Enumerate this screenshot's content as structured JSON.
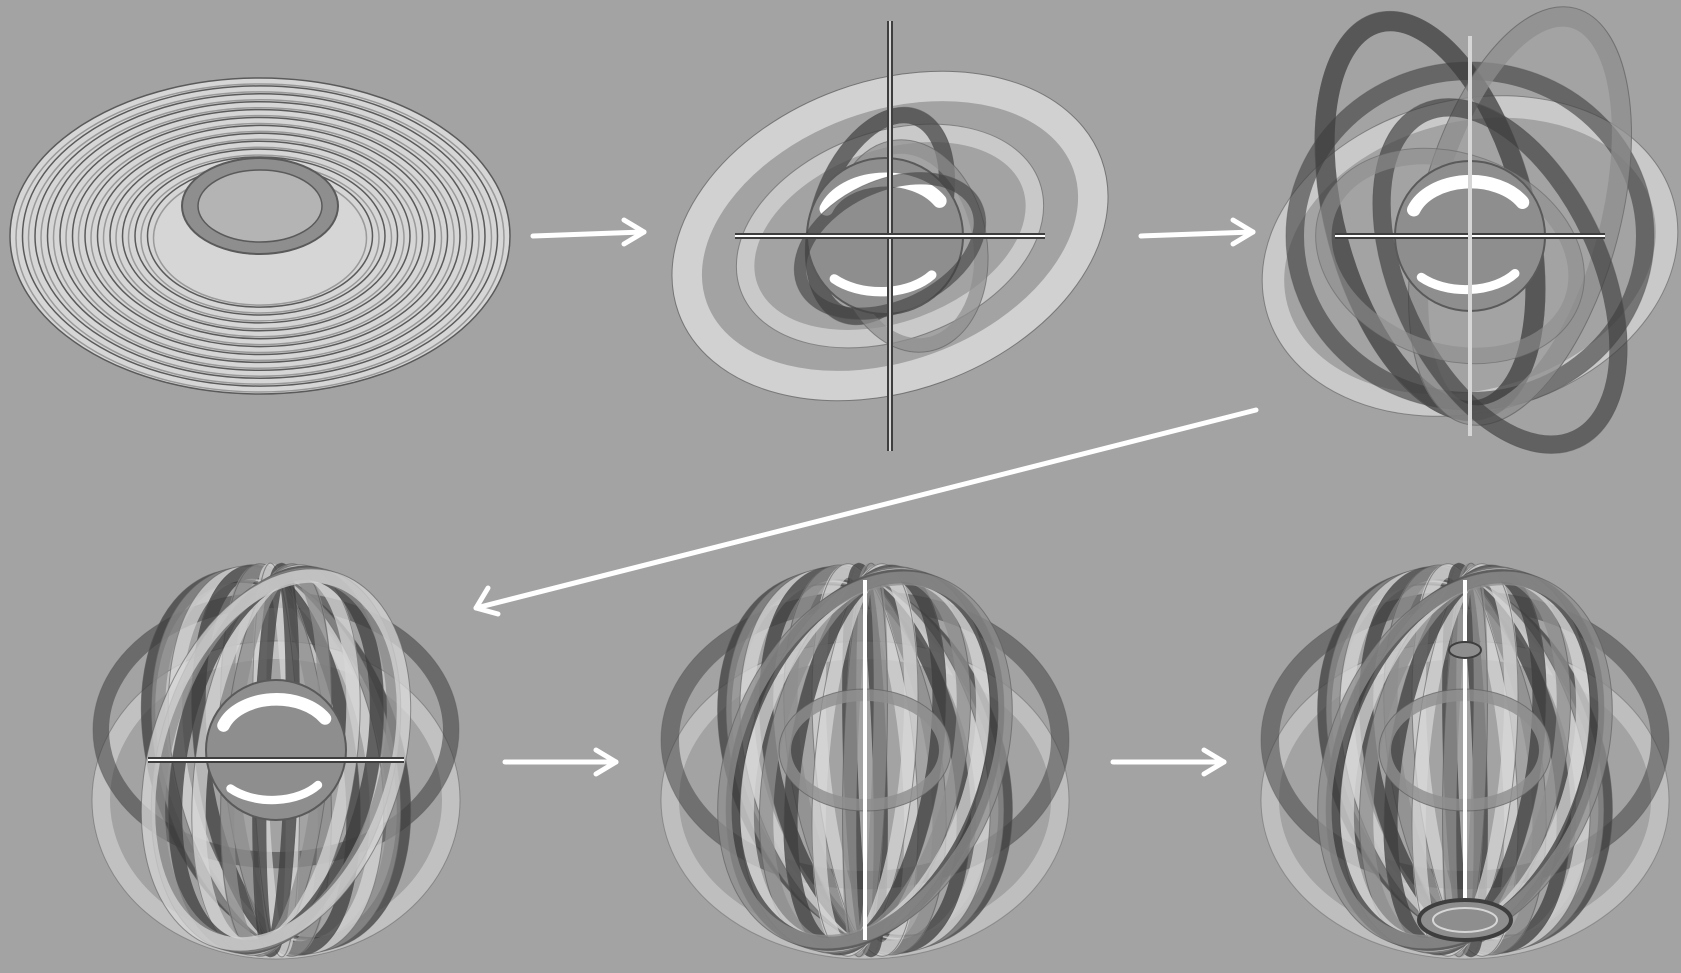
{
  "canvas": {
    "background": "#a3a3a3",
    "arrow_color": "#ffffff"
  },
  "stages": [
    {
      "id": "stage-1",
      "name": "flat-concentric-rings",
      "ring_count": 12,
      "center_ring": true
    },
    {
      "id": "stage-2",
      "name": "first-rings-raised",
      "ring_count": 5
    },
    {
      "id": "stage-3",
      "name": "more-rings-raised",
      "ring_count": 9
    },
    {
      "id": "stage-4",
      "name": "rings-radial-unfolded",
      "ring_count": 12
    },
    {
      "id": "stage-5",
      "name": "dense-spherical-lattice",
      "ring_count": 14
    },
    {
      "id": "stage-6",
      "name": "final-sphere-with-base",
      "ring_count": 14,
      "base_ring": true
    }
  ],
  "flow": [
    "stage-1",
    "stage-2",
    "stage-3",
    "stage-4",
    "stage-5",
    "stage-6"
  ],
  "palette": {
    "light": "#d6d6d6",
    "mid": "#8e8e8e",
    "dark": "#3e3e3e",
    "edge": "#5a5a5a",
    "highlight": "#ffffff"
  }
}
